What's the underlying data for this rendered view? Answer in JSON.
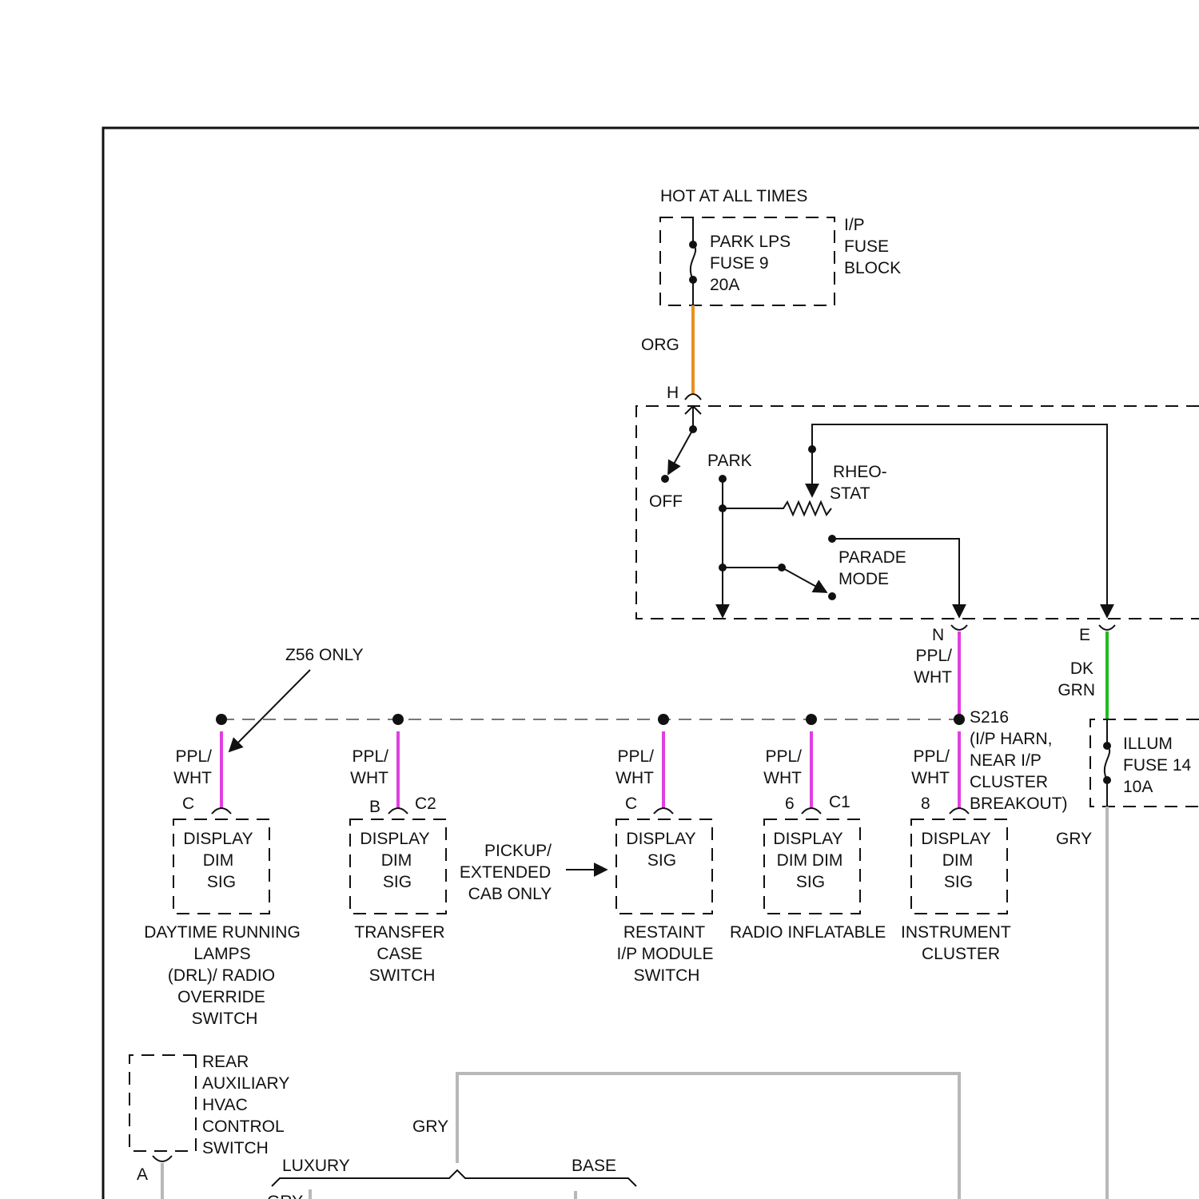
{
  "power": {
    "hot_label": "HOT AT ALL TIMES",
    "fuse_lines": [
      "PARK LPS",
      "FUSE 9",
      "20A"
    ],
    "block_lines": [
      "I/P",
      "FUSE",
      "BLOCK"
    ]
  },
  "switch": {
    "pin_h": "H",
    "wire_in": "ORG",
    "off": "OFF",
    "park": "PARK",
    "rheostat_lines": [
      "RHEO-",
      "STAT"
    ],
    "parade_lines": [
      "PARADE",
      "MODE"
    ],
    "pin_n": "N",
    "pin_e": "E"
  },
  "wires": {
    "ppl_wht": [
      "PPL/",
      "WHT"
    ],
    "dk_grn": [
      "DK",
      "GRN"
    ],
    "gry": "GRY"
  },
  "splice": {
    "name": "S216",
    "location_lines": [
      "(I/P HARN,",
      "NEAR I/P",
      "CLUSTER",
      "BREAKOUT)"
    ]
  },
  "illum_fuse_lines": [
    "ILLUM",
    "FUSE 14",
    "10A"
  ],
  "z56_note": "Z56 ONLY",
  "pickup_note_lines": [
    "PICKUP/",
    "EXTENDED",
    "CAB ONLY"
  ],
  "components": [
    {
      "pin": "C",
      "connector": "",
      "box_lines": [
        "DISPLAY",
        "DIM",
        "SIG"
      ],
      "name_lines": [
        "DAYTIME RUNNING",
        "LAMPS",
        "(DRL)/ RADIO",
        "OVERRIDE",
        "SWITCH"
      ]
    },
    {
      "pin": "B",
      "connector": "C2",
      "box_lines": [
        "DISPLAY",
        "DIM",
        "SIG"
      ],
      "name_lines": [
        "TRANSFER",
        "CASE",
        "SWITCH"
      ]
    },
    {
      "pin": "C",
      "connector": "",
      "box_lines": [
        "DISPLAY",
        "SIG"
      ],
      "name_lines": [
        "RESTAINT",
        "I/P MODULE",
        "SWITCH"
      ]
    },
    {
      "pin": "6",
      "connector": "C1",
      "box_lines": [
        "DISPLAY",
        "DIM DIM",
        "SIG"
      ],
      "name_lines": [
        "RADIO INFLATABLE"
      ]
    },
    {
      "pin": "8",
      "connector": "",
      "box_lines": [
        "DISPLAY",
        "DIM",
        "SIG"
      ],
      "name_lines": [
        "INSTRUMENT",
        "CLUSTER"
      ]
    }
  ],
  "rear_hvac": {
    "lines": [
      "REAR",
      "AUXILIARY",
      "HVAC",
      "CONTROL",
      "SWITCH"
    ],
    "pin": "A"
  },
  "options": {
    "gry": "GRY",
    "luxury": "LUXURY",
    "base": "BASE",
    "gry_cut": "GRY"
  },
  "colors": {
    "org": "#e8901e",
    "ppl_wht": "#e040e0",
    "dk_grn": "#22bb22",
    "gry": "#b8b8b8"
  }
}
